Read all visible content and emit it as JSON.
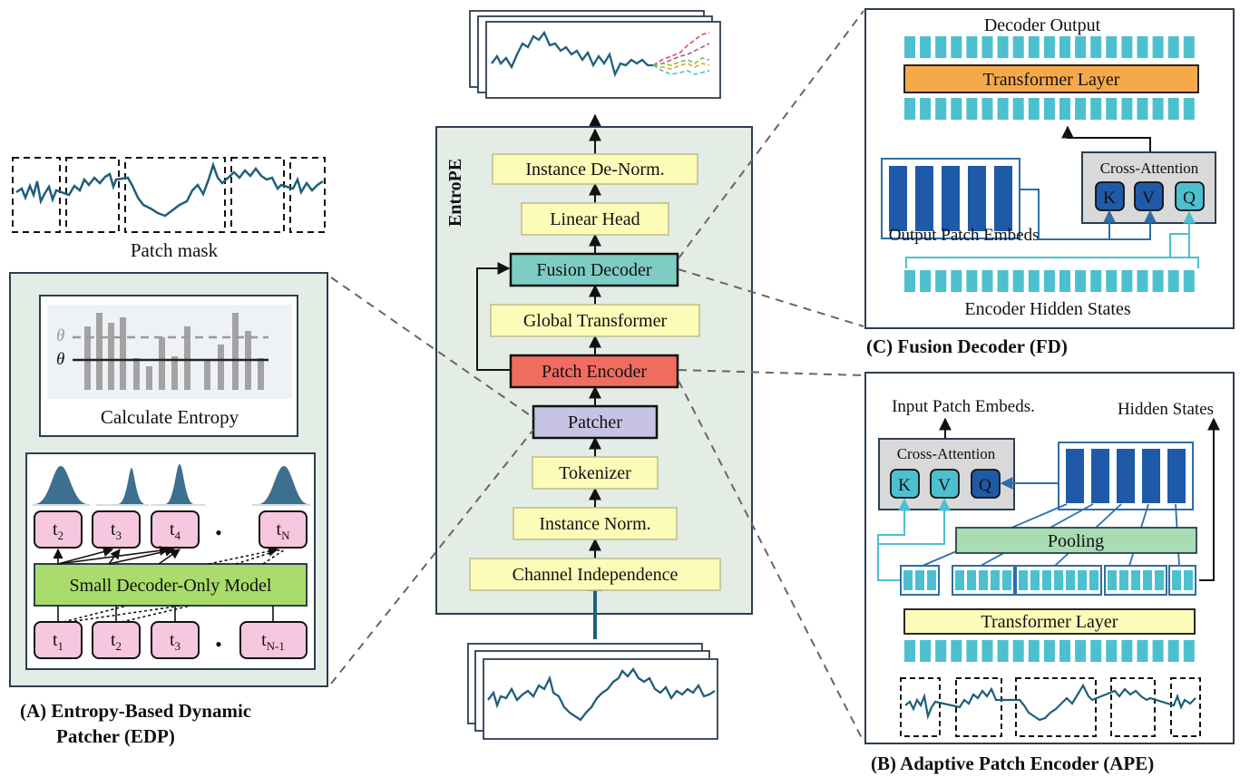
{
  "labels": {
    "patch_mask": "Patch mask",
    "calculate_entropy": "Calculate Entropy",
    "theta": "θ",
    "small_decoder": "Small Decoder-Only Model",
    "section_a_line1": "(A) Entropy-Based Dynamic",
    "section_a_line2": "Patcher (EDP)",
    "entrope": "EntroPE",
    "section_b": "(B) Adaptive Patch Encoder (APE)",
    "section_c": "(C) Fusion Decoder (FD)"
  },
  "tokens_top": [
    {
      "base": "t",
      "sub": "2"
    },
    {
      "base": "t",
      "sub": "3"
    },
    {
      "base": "t",
      "sub": "4"
    },
    {
      "base": "t",
      "sub": "N"
    }
  ],
  "tokens_bottom": [
    {
      "base": "t",
      "sub": "1"
    },
    {
      "base": "t",
      "sub": "2"
    },
    {
      "base": "t",
      "sub": "3"
    },
    {
      "base": "t",
      "sub": "N-1"
    }
  ],
  "dot": "•",
  "pipeline": {
    "instance_denorm": "Instance De-Norm.",
    "linear_head": "Linear Head",
    "fusion_decoder": "Fusion Decoder",
    "global_transformer": "Global Transformer",
    "patch_encoder": "Patch Encoder",
    "patcher": "Patcher",
    "tokenizer": "Tokenizer",
    "instance_norm": "Instance Norm.",
    "channel_independence": "Channel Independence"
  },
  "fd": {
    "decoder_output": "Decoder Output",
    "transformer_layer": "Transformer Layer",
    "cross_attention": "Cross-Attention",
    "k": "K",
    "v": "V",
    "q": "Q",
    "output_patch_embeds": "Output Patch Embeds.",
    "encoder_hidden_states": "Encoder Hidden States"
  },
  "ape": {
    "input_patch_embeds": "Input Patch Embeds.",
    "hidden_states": "Hidden States",
    "cross_attention": "Cross-Attention",
    "k": "K",
    "v": "V",
    "q": "Q",
    "pooling": "Pooling",
    "transformer_layer": "Transformer Layer"
  },
  "colors": {
    "series": "#1f5f7a",
    "yellow": "#fdfbb8",
    "teal_box": "#7ecdc4",
    "red_box": "#f06c60",
    "purple_box": "#c7c3e3",
    "green_box": "#a9dc6a",
    "pink": "#f7c6df",
    "orange": "#f7a94a",
    "cyan": "#4cc0cf",
    "navy": "#1e5aa8",
    "pooling_green": "#a8dcb2",
    "entropy_gray": "#a3a3a3",
    "panel_bg": "#e4ece6"
  }
}
